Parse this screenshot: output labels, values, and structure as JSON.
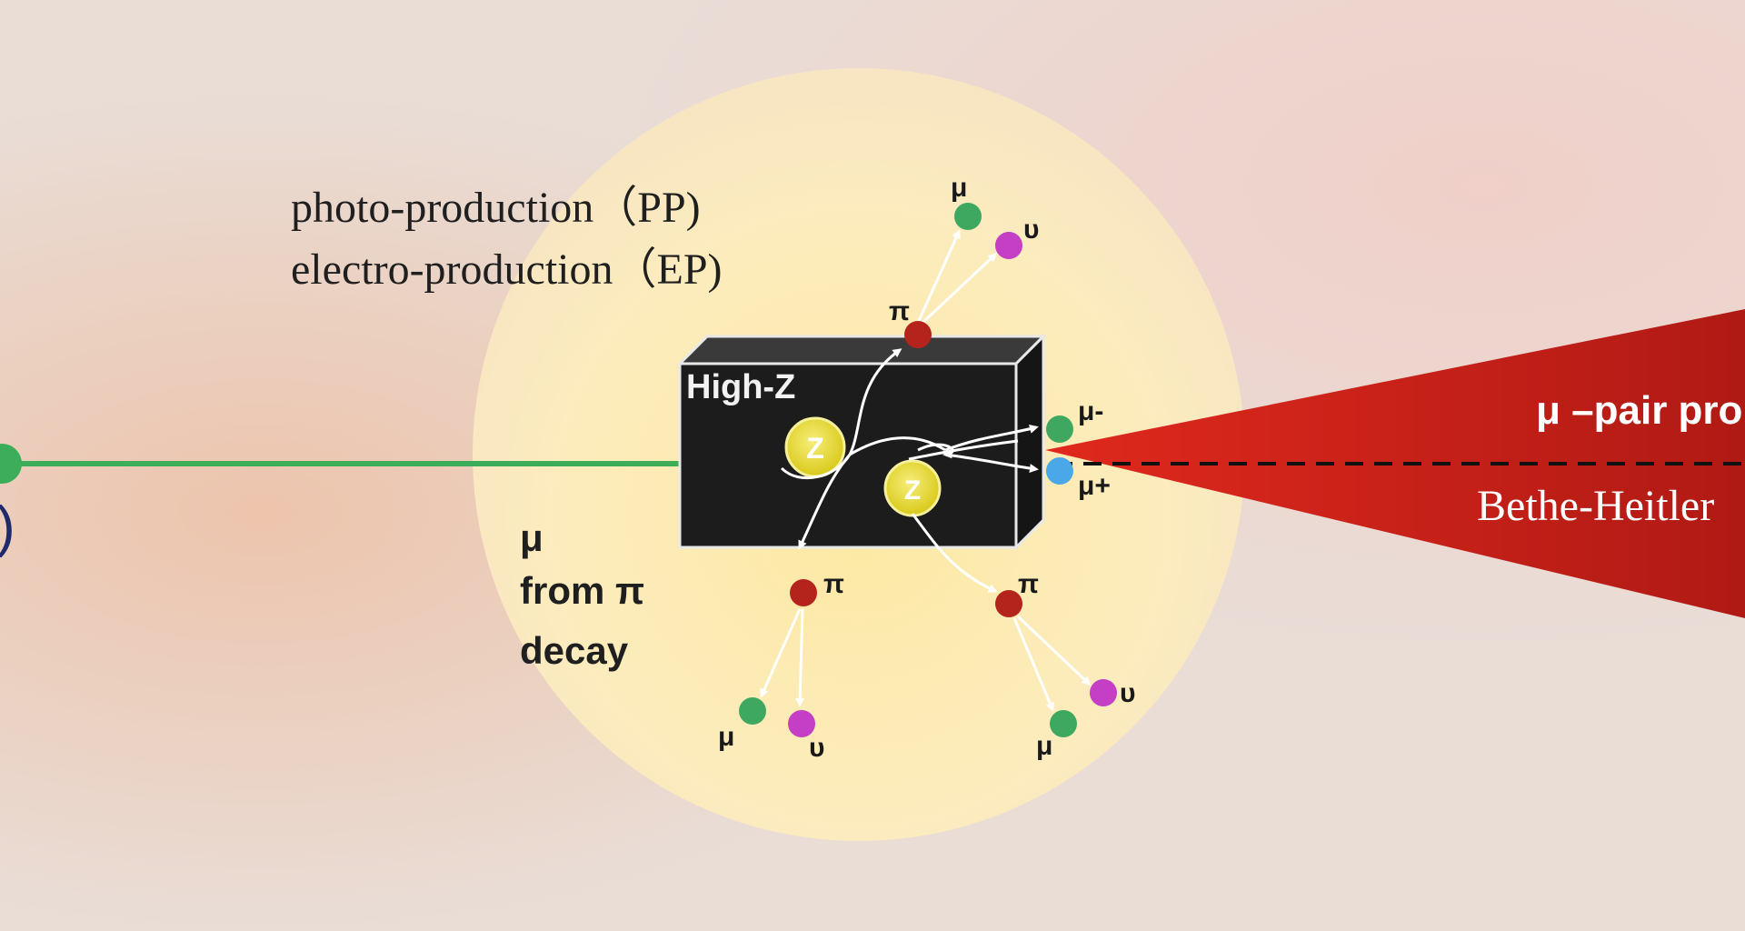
{
  "production": {
    "line1": "photo-production（PP)",
    "line2": "electro-production（EP)"
  },
  "target": {
    "label": "High-Z",
    "nucleus_symbol": "Z"
  },
  "decay_note": {
    "line1": "μ",
    "line2": "from π",
    "line3": "decay"
  },
  "particles": {
    "pion": "π",
    "muon": "μ",
    "neutrino": "υ",
    "muon_minus": "μ-",
    "muon_plus": "μ+"
  },
  "beam_label_partial": ")",
  "cone": {
    "top_label": "μ –pair pro",
    "bottom_label": "Bethe-Heitler"
  },
  "colors": {
    "glow": "#fbe8b4",
    "target": "#1c1c1c",
    "beam": "#3cae5a",
    "pion": "#b5241c",
    "muon": "#3fa860",
    "neutrino": "#c53fc6",
    "muon_plus": "#4aa8e8",
    "nucleus": "#e8dc2a",
    "cone": "#c8211a"
  }
}
